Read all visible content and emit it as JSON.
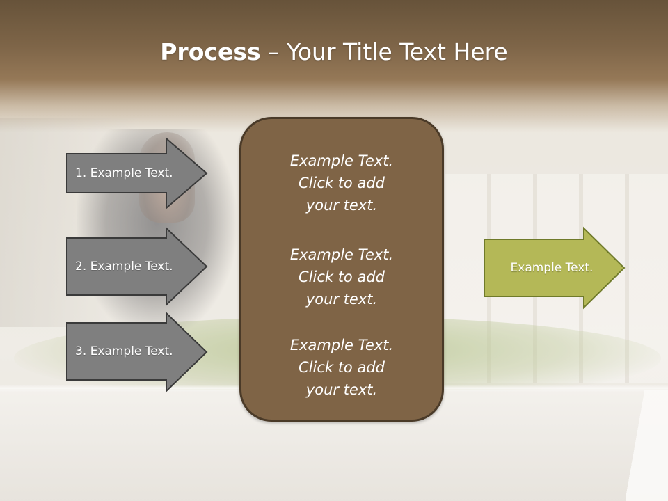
{
  "title": {
    "bold": "Process",
    "rest": " – Your Title Text Here"
  },
  "left_arrows": [
    {
      "label": "1. Example Text."
    },
    {
      "label": "2. Example Text."
    },
    {
      "label": "3. Example Text."
    }
  ],
  "center_box": {
    "items": [
      {
        "lines": [
          "Example Text.",
          "Click  to add",
          "your text."
        ]
      },
      {
        "lines": [
          "Example Text.",
          "Click  to add",
          "your text."
        ]
      },
      {
        "lines": [
          "Example Text.",
          "Click  to add",
          "your text."
        ]
      }
    ]
  },
  "right_arrow": {
    "label": "Example Text."
  },
  "colors": {
    "header": "#7e6548",
    "left_arrow_fill": "#7f7f7f",
    "left_arrow_stroke": "#3a3a3a",
    "center_fill": "#7f6446",
    "right_arrow_fill": "#b4b857",
    "right_arrow_stroke": "#6f7a2a"
  }
}
